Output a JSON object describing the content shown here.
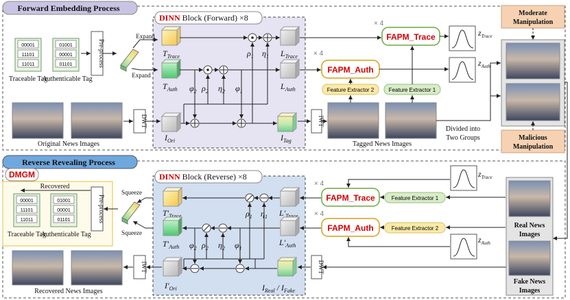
{
  "forward": {
    "title": "Forward Embedding Process",
    "dinn_word": "DINN",
    "dinn_rest": " Block (Forward) ×8",
    "tags": [
      "00001",
      "11101",
      "11011"
    ],
    "auth_tags": [
      "01001",
      "00001",
      "01101"
    ],
    "traceable_tag": "Traceable Tag",
    "authenticable_tag": "Authenticable Tag",
    "preprocess": "Pre-process",
    "expand_top": "Expand",
    "expand_bottom": "Expand",
    "dwt": "DWT",
    "iwt": "IWT",
    "t_trace": "T",
    "t_trace_sub": "Trace",
    "t_auth": "T",
    "t_auth_sub": "Auth",
    "l_trace": "L",
    "l_trace_sub": "Trace",
    "l_auth": "L",
    "l_auth_sub": "Auth",
    "i_ori": "I",
    "i_ori_sub": "Ori",
    "i_tag": "I",
    "i_tag_sub": "Tag",
    "phi2": "φ",
    "phi2_sub": "2",
    "rho2": "ρ",
    "rho2_sub": "2",
    "eta2": "η",
    "eta2_sub": "2",
    "phi1": "φ",
    "phi1_sub": "1",
    "rho1": "ρ",
    "rho1_sub": "1",
    "eta1": "η",
    "eta1_sub": "1",
    "original_news": "Original News Images",
    "tagged_news": "Tagged News Images",
    "fapm_trace": "FAPM_Trace",
    "fapm_auth": "FAPM_Auth",
    "times4a": "× 4",
    "times4b": "× 4",
    "feat2": "Feature Extractor 2",
    "feat1": "Feature Extractor 1",
    "z_trace": "z",
    "z_trace_sub": "Trace",
    "z_auth": "z",
    "z_auth_sub": "Auth",
    "divided": "Divided into",
    "two_groups": "Two Groups",
    "moderate1": "Moderate",
    "moderate2": "Manipulation",
    "malicious1": "Malicious",
    "malicious2": "Manipulation"
  },
  "reverse": {
    "title": "Reverse Revealing Process",
    "dmgm": "DMGM",
    "recovered": "Recovered",
    "dinn_word": "DINN",
    "dinn_rest": " Block (Reverse) ×8",
    "tags": [
      "00001",
      "11101",
      "11011"
    ],
    "auth_tags": [
      "01001",
      "00001",
      "01101"
    ],
    "traceable_tag": "Traceable Tag",
    "authenticable_tag": "Authenticable Tag",
    "preprocess": "Pre-process",
    "squeeze_top": "Squeeze",
    "squeeze_bottom": "Squeeze",
    "iwt": "IWT",
    "dwt": "DWT",
    "t_trace": "T'",
    "t_trace_sub": "Trace",
    "t_auth": "T'",
    "t_auth_sub": "Auth",
    "l_trace": "L'",
    "l_trace_sub": "Trace",
    "l_auth": "L'",
    "l_auth_sub": "Auth",
    "i_ori": "I'",
    "i_ori_sub": "Ori",
    "i_real": "I",
    "i_real_sub": "Real",
    "slash": " / ",
    "i_fake": "I",
    "i_fake_sub": "Fake",
    "phi2": "φ",
    "phi2_sub": "2",
    "rho2": "ρ",
    "rho2_sub": "2",
    "eta2": "η",
    "eta2_sub": "2",
    "phi1": "φ",
    "phi1_sub": "1",
    "rho1": "ρ",
    "rho1_sub": "1",
    "eta1": "η",
    "eta1_sub": "1",
    "recovered_news": "Recovered News Images",
    "fapm_trace": "FAPM_Trace",
    "fapm_auth": "FAPM_Auth",
    "times4a": "× 4",
    "times4b": "× 4",
    "feat1": "Feature Extractor 1",
    "feat2": "Feature Extractor 2",
    "z_trace": "z",
    "z_trace_sub": "Trace",
    "z_auth": "z",
    "z_auth_sub": "Auth",
    "real1": "Real News",
    "real2": "Images",
    "fake1": "Fake News",
    "fake2": "Images"
  },
  "colors": {
    "title_fill": "#c9c4e3",
    "reverse_title_fill": "#6fa8dc",
    "dinn_fw_fill": "#e6e3f2",
    "dinn_rv_fill": "#d2dff0",
    "fapm_border": "#d4a017",
    "fapm_trace_border": "#6aaa3a",
    "fapm_text": "#d00000",
    "feat2_fill": "#fbeaa8",
    "feat1_fill": "#d9ecc8",
    "manip_fill": "#f6d2b3",
    "dinn_red": "#d00000"
  }
}
